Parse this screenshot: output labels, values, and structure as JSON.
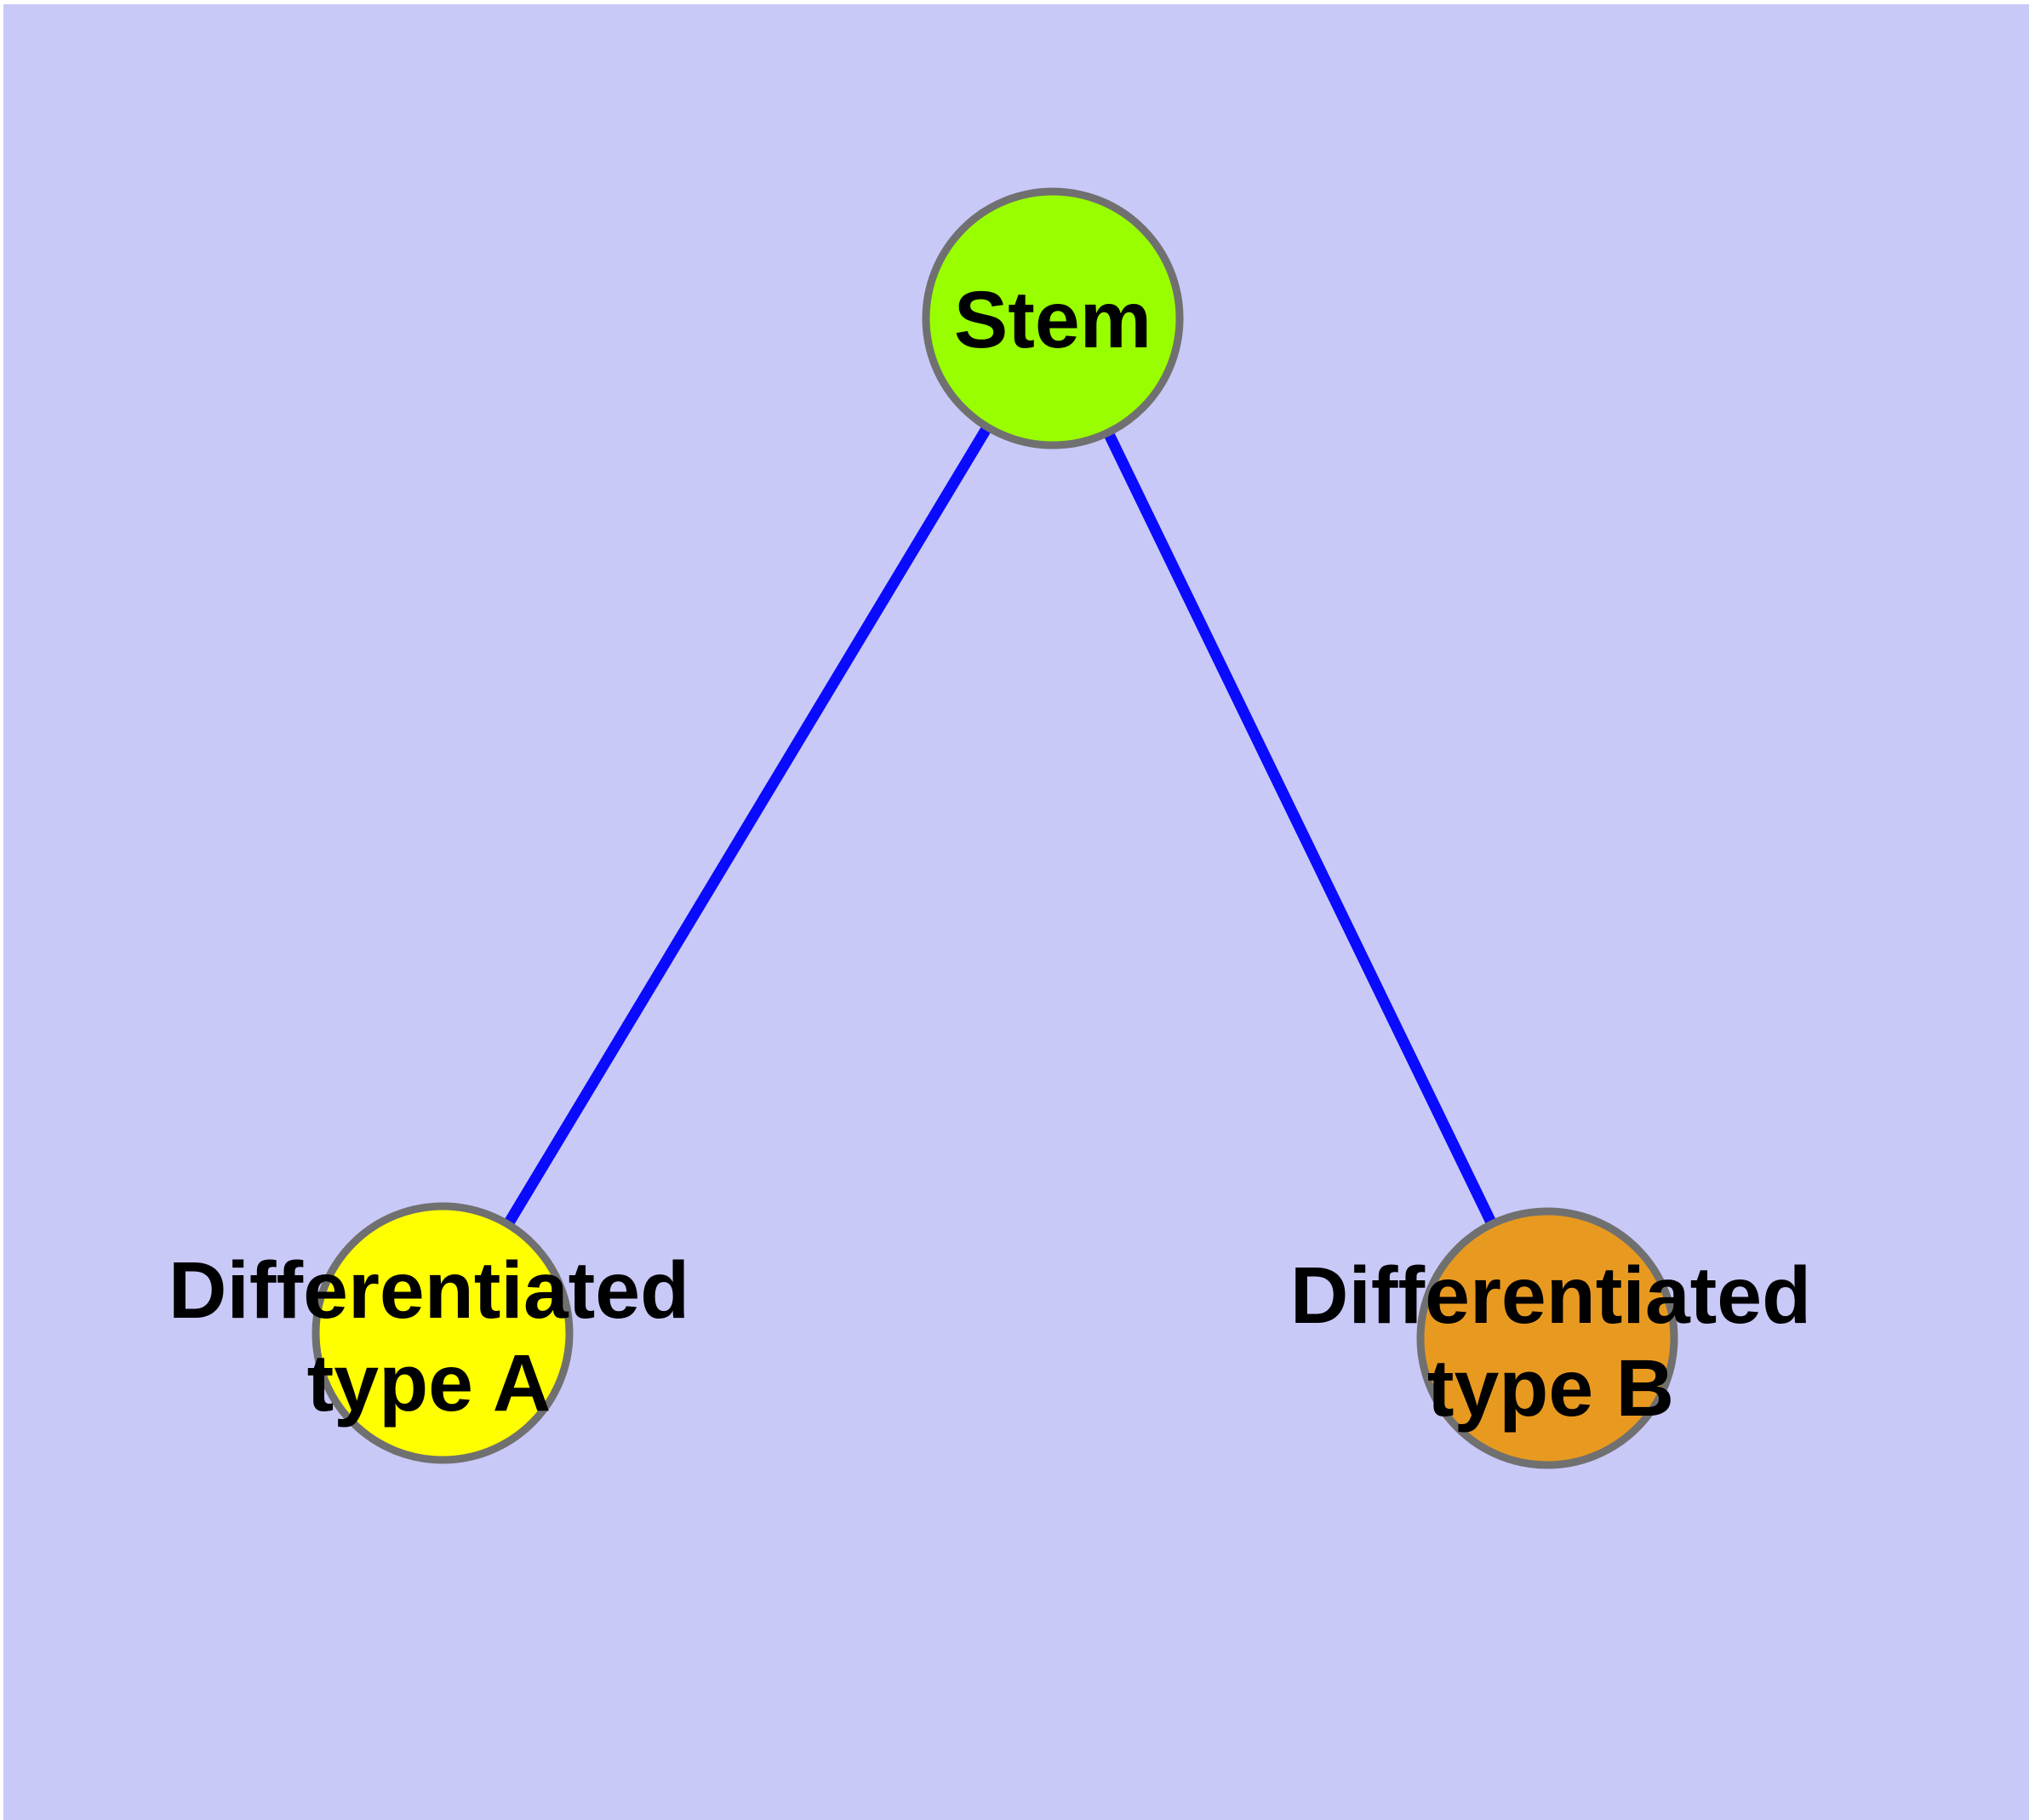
{
  "diagram": {
    "title": "stem-cell-differentiation-graph",
    "background_color": "#C9C9F8",
    "frame_color": "#FFFFFF",
    "edge_color": "#0A0AFE",
    "node_border_color": "#707070",
    "text_color": "#000000",
    "nodes": [
      {
        "id": "stem",
        "label": "Stem",
        "lines": [
          "Stem",
          ""
        ],
        "fill": "#99FE00"
      },
      {
        "id": "type-a",
        "label": "Differentiated type A",
        "lines": [
          "Differentiated",
          "type A"
        ],
        "fill": "#FFFF00"
      },
      {
        "id": "type-b",
        "label": "Differentiated type B",
        "lines": [
          "Differentiated",
          "type B"
        ],
        "fill": "#E89A20"
      }
    ],
    "edges": [
      {
        "from": "Stem",
        "to": "Differentiated type A"
      },
      {
        "from": "Stem",
        "to": "Differentiated type B"
      }
    ]
  }
}
